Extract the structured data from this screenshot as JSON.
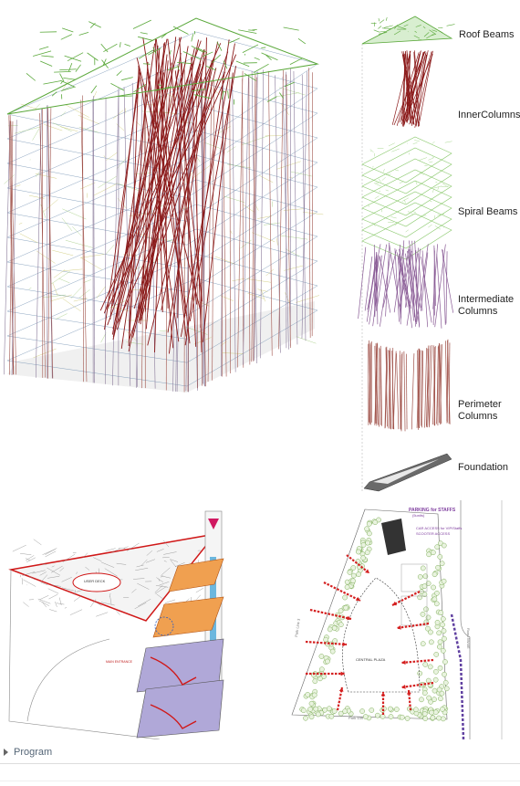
{
  "stack_labels": {
    "roof_beams": "Roof Beams",
    "inner_columns": "InnerColumns",
    "spiral_beams": "Spiral Beams",
    "intermediate_1": "Intermediate",
    "intermediate_2": "Columns",
    "perimeter_1": "Perimeter",
    "perimeter_2": "Columns",
    "foundation": "Foundation"
  },
  "axo_labels": {
    "user_deck": "USER DECK",
    "main_entrance": "MAIN ENTRANCE"
  },
  "site_labels": {
    "parking": "PARKING for STAFFS",
    "parking_sub": "(5units)",
    "car_access": "CAR ACCESS for VIP/Staffs",
    "scooter_access": "SCOOTER ACCESS",
    "central_plaza": "CENTRAL PLAZA",
    "park_bottom": "Park 139",
    "park_left": "Park Line 3",
    "road_right": "Road 5W4/E"
  },
  "footer": {
    "program_label": "Program"
  },
  "colors": {
    "roof": "#5aa83a",
    "inner": "#8b1a1a",
    "spiral": "#7bc25a",
    "intermediate": "#8a5c96",
    "perimeter": "#a0524a",
    "grid": "#6f8fb0",
    "foundation": "#555555",
    "site_tree": "#7fae5a",
    "site_arrow": "#d42020"
  }
}
